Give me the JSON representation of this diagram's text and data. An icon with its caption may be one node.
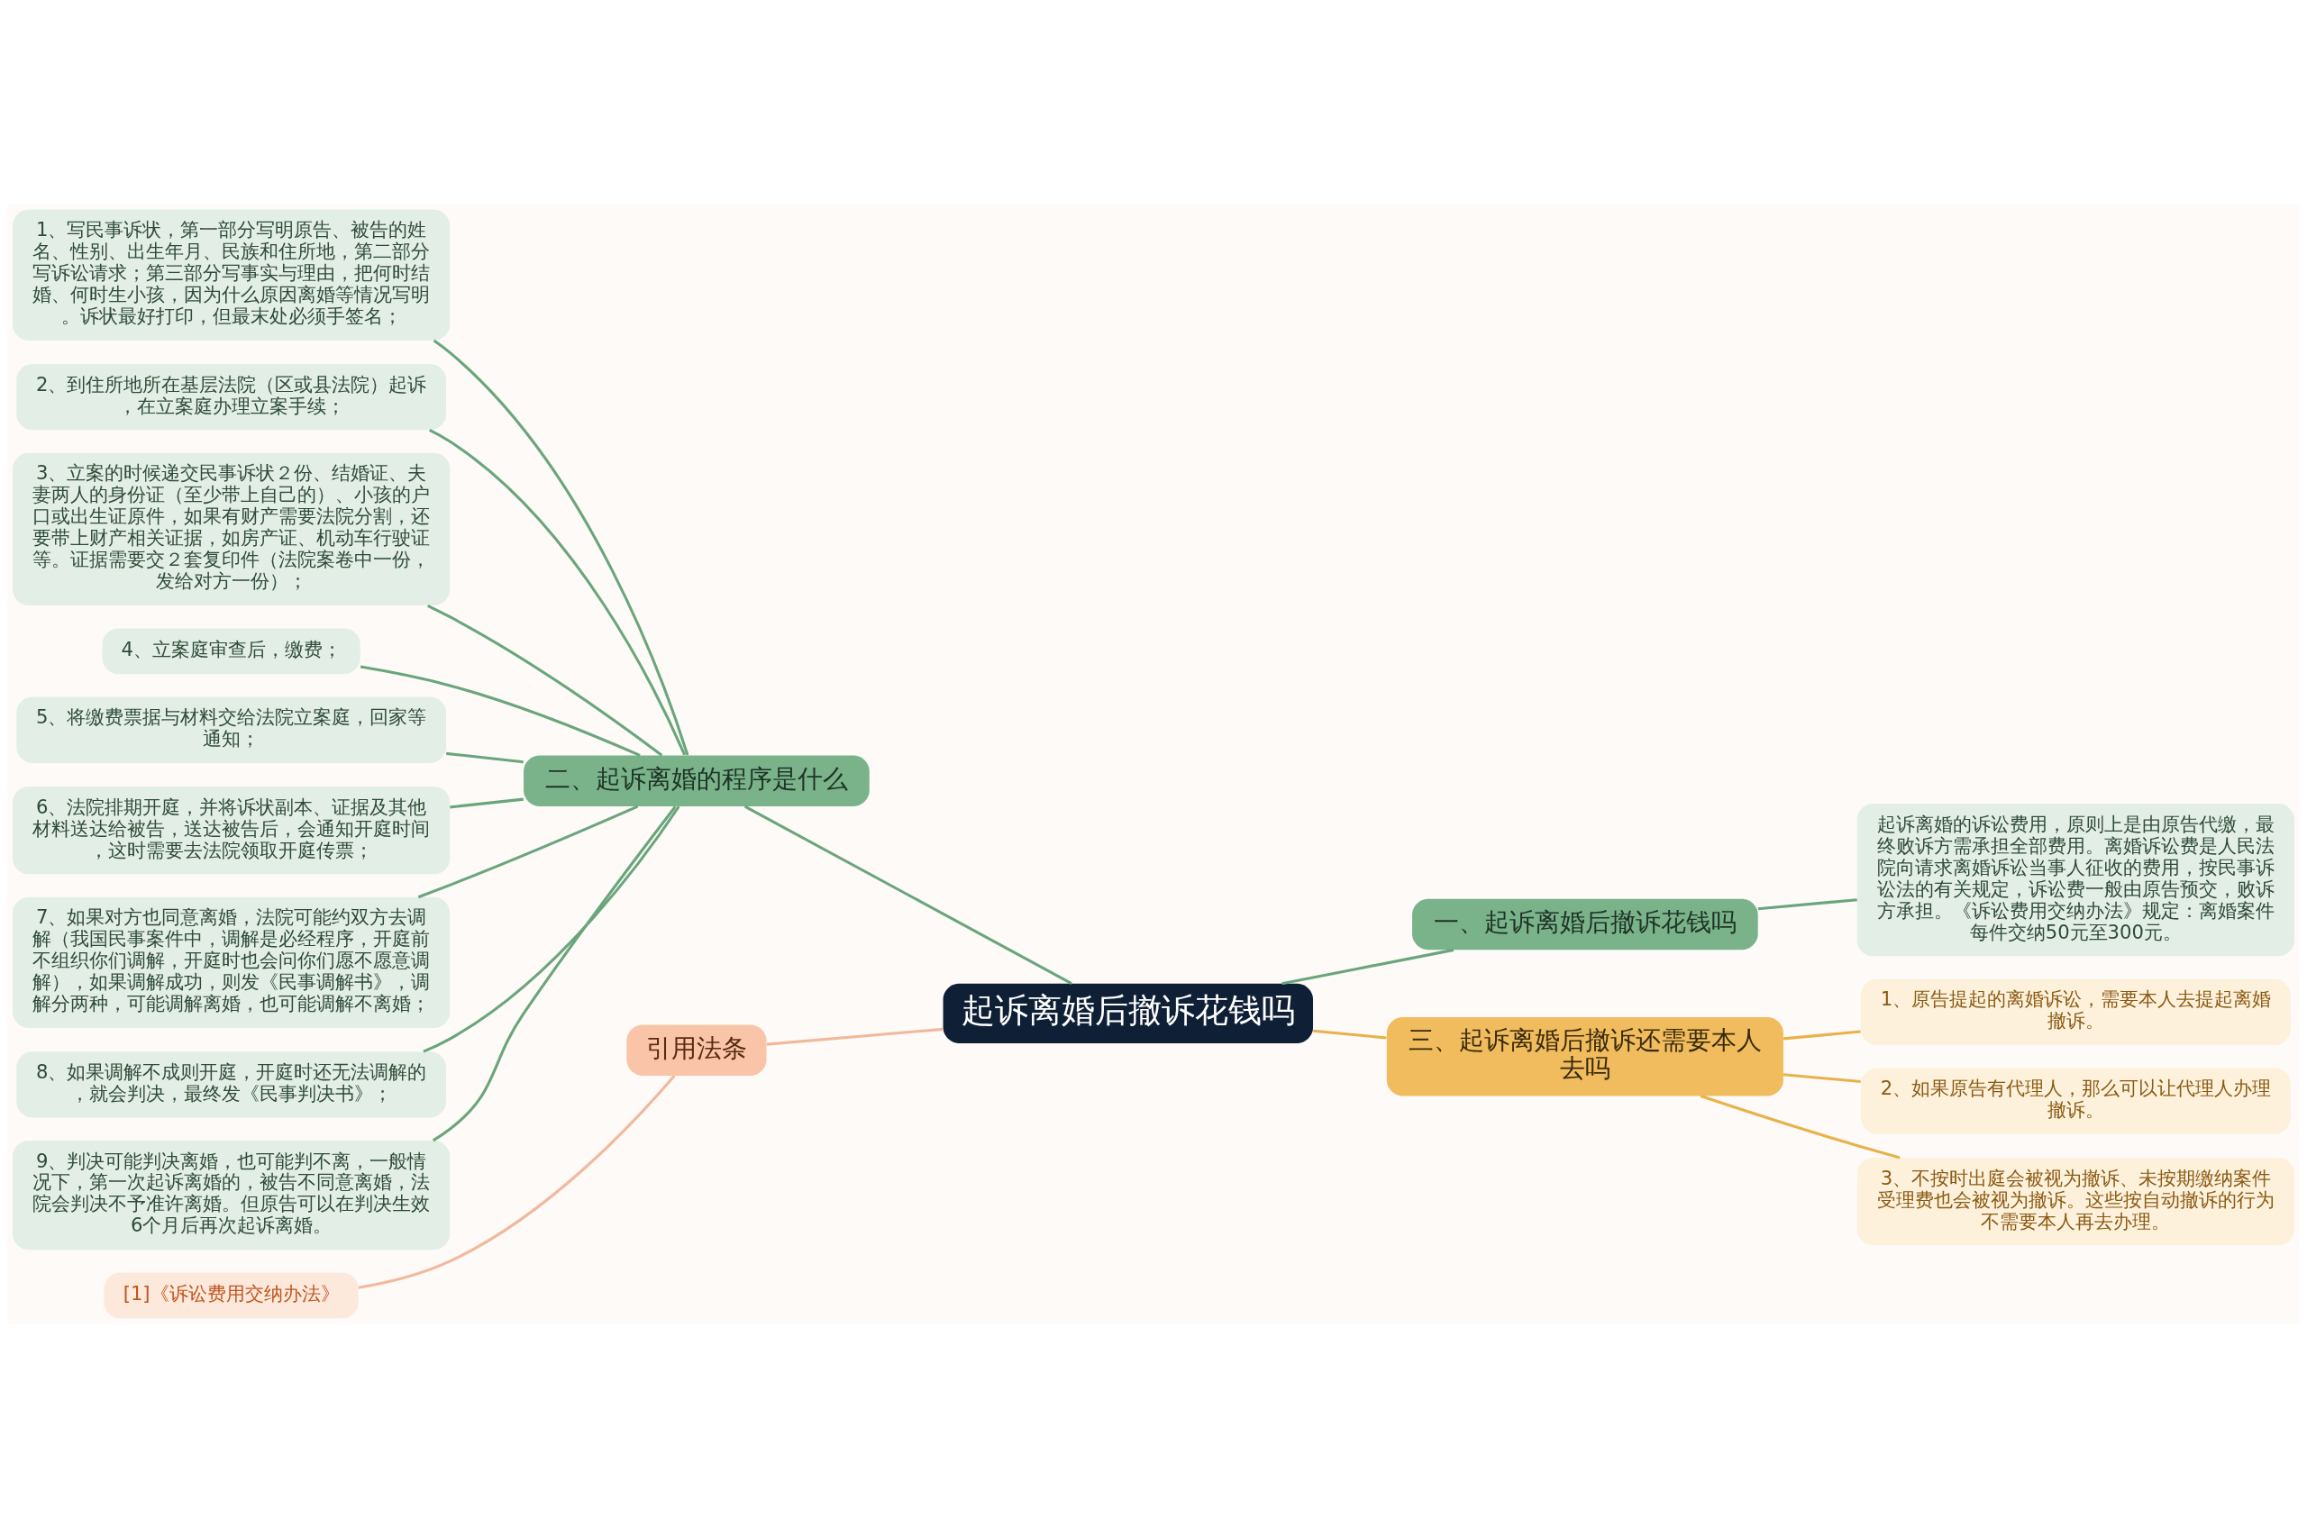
{
  "diagram": {
    "nodes": [
      {
        "text": [
          "起诉离婚后撤诉花钱吗"
        ]
      },
      {
        "text": [
          "一、起诉离婚后撤诉花钱吗"
        ]
      },
      {
        "text": [
          "起诉离婚的诉讼费用，原则上是由原告代缴，最终败诉方需承担全部费用。离婚诉讼费是人民法院向请求离婚诉讼当事人征收的费用，按民事诉讼法的有关规定，诉讼费一般由原告预交，败诉方承担。《诉讼费用交纳办法》规定：离婚案件每件交纳50元至300元。"
        ]
      },
      {
        "text": [
          "二、起诉离婚的程序是什么"
        ]
      },
      {
        "text": [
          "1、写民事诉状，第一部分写明原告、被告的姓名、性别、出生年月、民族和住所地，第二部分写诉讼请求；第三部分写事实与理由，把何时结婚、何时生小孩，因为什么原因离婚等情况写明。诉状最好打印，但最末处必须手签名；"
        ]
      },
      {
        "text": [
          "2、到住所地所在基层法院（区或县法院）起诉，在立案庭办理立案手续；"
        ]
      },
      {
        "text": [
          "3、立案的时候递交民事诉状２份、结婚证、夫妻两人的身份证（至少带上自己的）、小孩的户口或出生证原件，如果有财产需要法院分割，还要带上财产相关证据，如房产证、机动车行驶证等。证据需要交２套复印件（法院案卷中一份，发给对方一份）；"
        ]
      },
      {
        "text": [
          "4、立案庭审查后，缴费；"
        ]
      },
      {
        "text": [
          "5、将缴费票据与材料交给法院立案庭，回家等通知；"
        ]
      },
      {
        "text": [
          "6、法院排期开庭，并将诉状副本、证据及其他材料送达给被告，送达被告后，会通知开庭时间，这时需要去法院领取开庭传票；"
        ]
      },
      {
        "text": [
          "7、如果对方也同意离婚，法院可能约双方去调解（我国民事案件中，调解是必经程序，开庭前不组织你们调解，开庭时也会问你们愿不愿意调解），如果调解成功，则发《民事调解书》，调解分两种，可能调解离婚，也可能调解不离婚；"
        ]
      },
      {
        "text": [
          "8、如果调解不成则开庭，开庭时还无法调解的，就会判决，最终发《民事判决书》；"
        ]
      },
      {
        "text": [
          "9、判决可能判决离婚，也可能判不离，一般情况下，第一次起诉离婚的，被告不同意离婚，法院会判决不予准许离婚。但原告可以在判决生效6个月后再次起诉离婚。"
        ]
      },
      {
        "text": [
          "三、起诉离婚后撤诉还需要本人去吗"
        ]
      },
      {
        "text": [
          "1、原告提起的离婚诉讼，需要本人去提起离婚撤诉。"
        ]
      },
      {
        "text": [
          "2、如果原告有代理人，那么可以让代理人办理撤诉。"
        ]
      },
      {
        "text": [
          "3、不按时出庭会被视为撤诉、未按期缴纳案件受理费也会被视为撤诉。这些按自动撤诉的行为不需要本人再去办理。"
        ]
      },
      {
        "text": [
          "引用法条"
        ]
      },
      {
        "text": [
          "[1]《诉讼费用交纳办法》"
        ]
      }
    ],
    "edges": [
      {
        "from": 0,
        "to": 1,
        "arrow": "none"
      },
      {
        "from": 1,
        "to": 2,
        "arrow": "none"
      },
      {
        "from": 0,
        "to": 3,
        "arrow": "none"
      },
      {
        "from": 3,
        "to": 4,
        "arrow": "none"
      },
      {
        "from": 3,
        "to": 5,
        "arrow": "none"
      },
      {
        "from": 3,
        "to": 6,
        "arrow": "none"
      },
      {
        "from": 3,
        "to": 7,
        "arrow": "none"
      },
      {
        "from": 3,
        "to": 8,
        "arrow": "none"
      },
      {
        "from": 3,
        "to": 9,
        "arrow": "none"
      },
      {
        "from": 3,
        "to": 10,
        "arrow": "none"
      },
      {
        "from": 3,
        "to": 11,
        "arrow": "none"
      },
      {
        "from": 3,
        "to": 12,
        "arrow": "none"
      },
      {
        "from": 0,
        "to": 13,
        "arrow": "none",
        "color": "#e8b14a"
      },
      {
        "from": 13,
        "to": 14,
        "arrow": "none",
        "color": "#e8b14a"
      },
      {
        "from": 13,
        "to": 15,
        "arrow": "none",
        "color": "#e8b14a"
      },
      {
        "from": 13,
        "to": 16,
        "arrow": "none",
        "color": "#e8b14a"
      },
      {
        "from": 0,
        "to": 17,
        "arrow": "none",
        "color": "#f2b89b"
      },
      {
        "from": 17,
        "to": 18,
        "arrow": "none",
        "color": "#f2b89b"
      }
    ]
  }
}
